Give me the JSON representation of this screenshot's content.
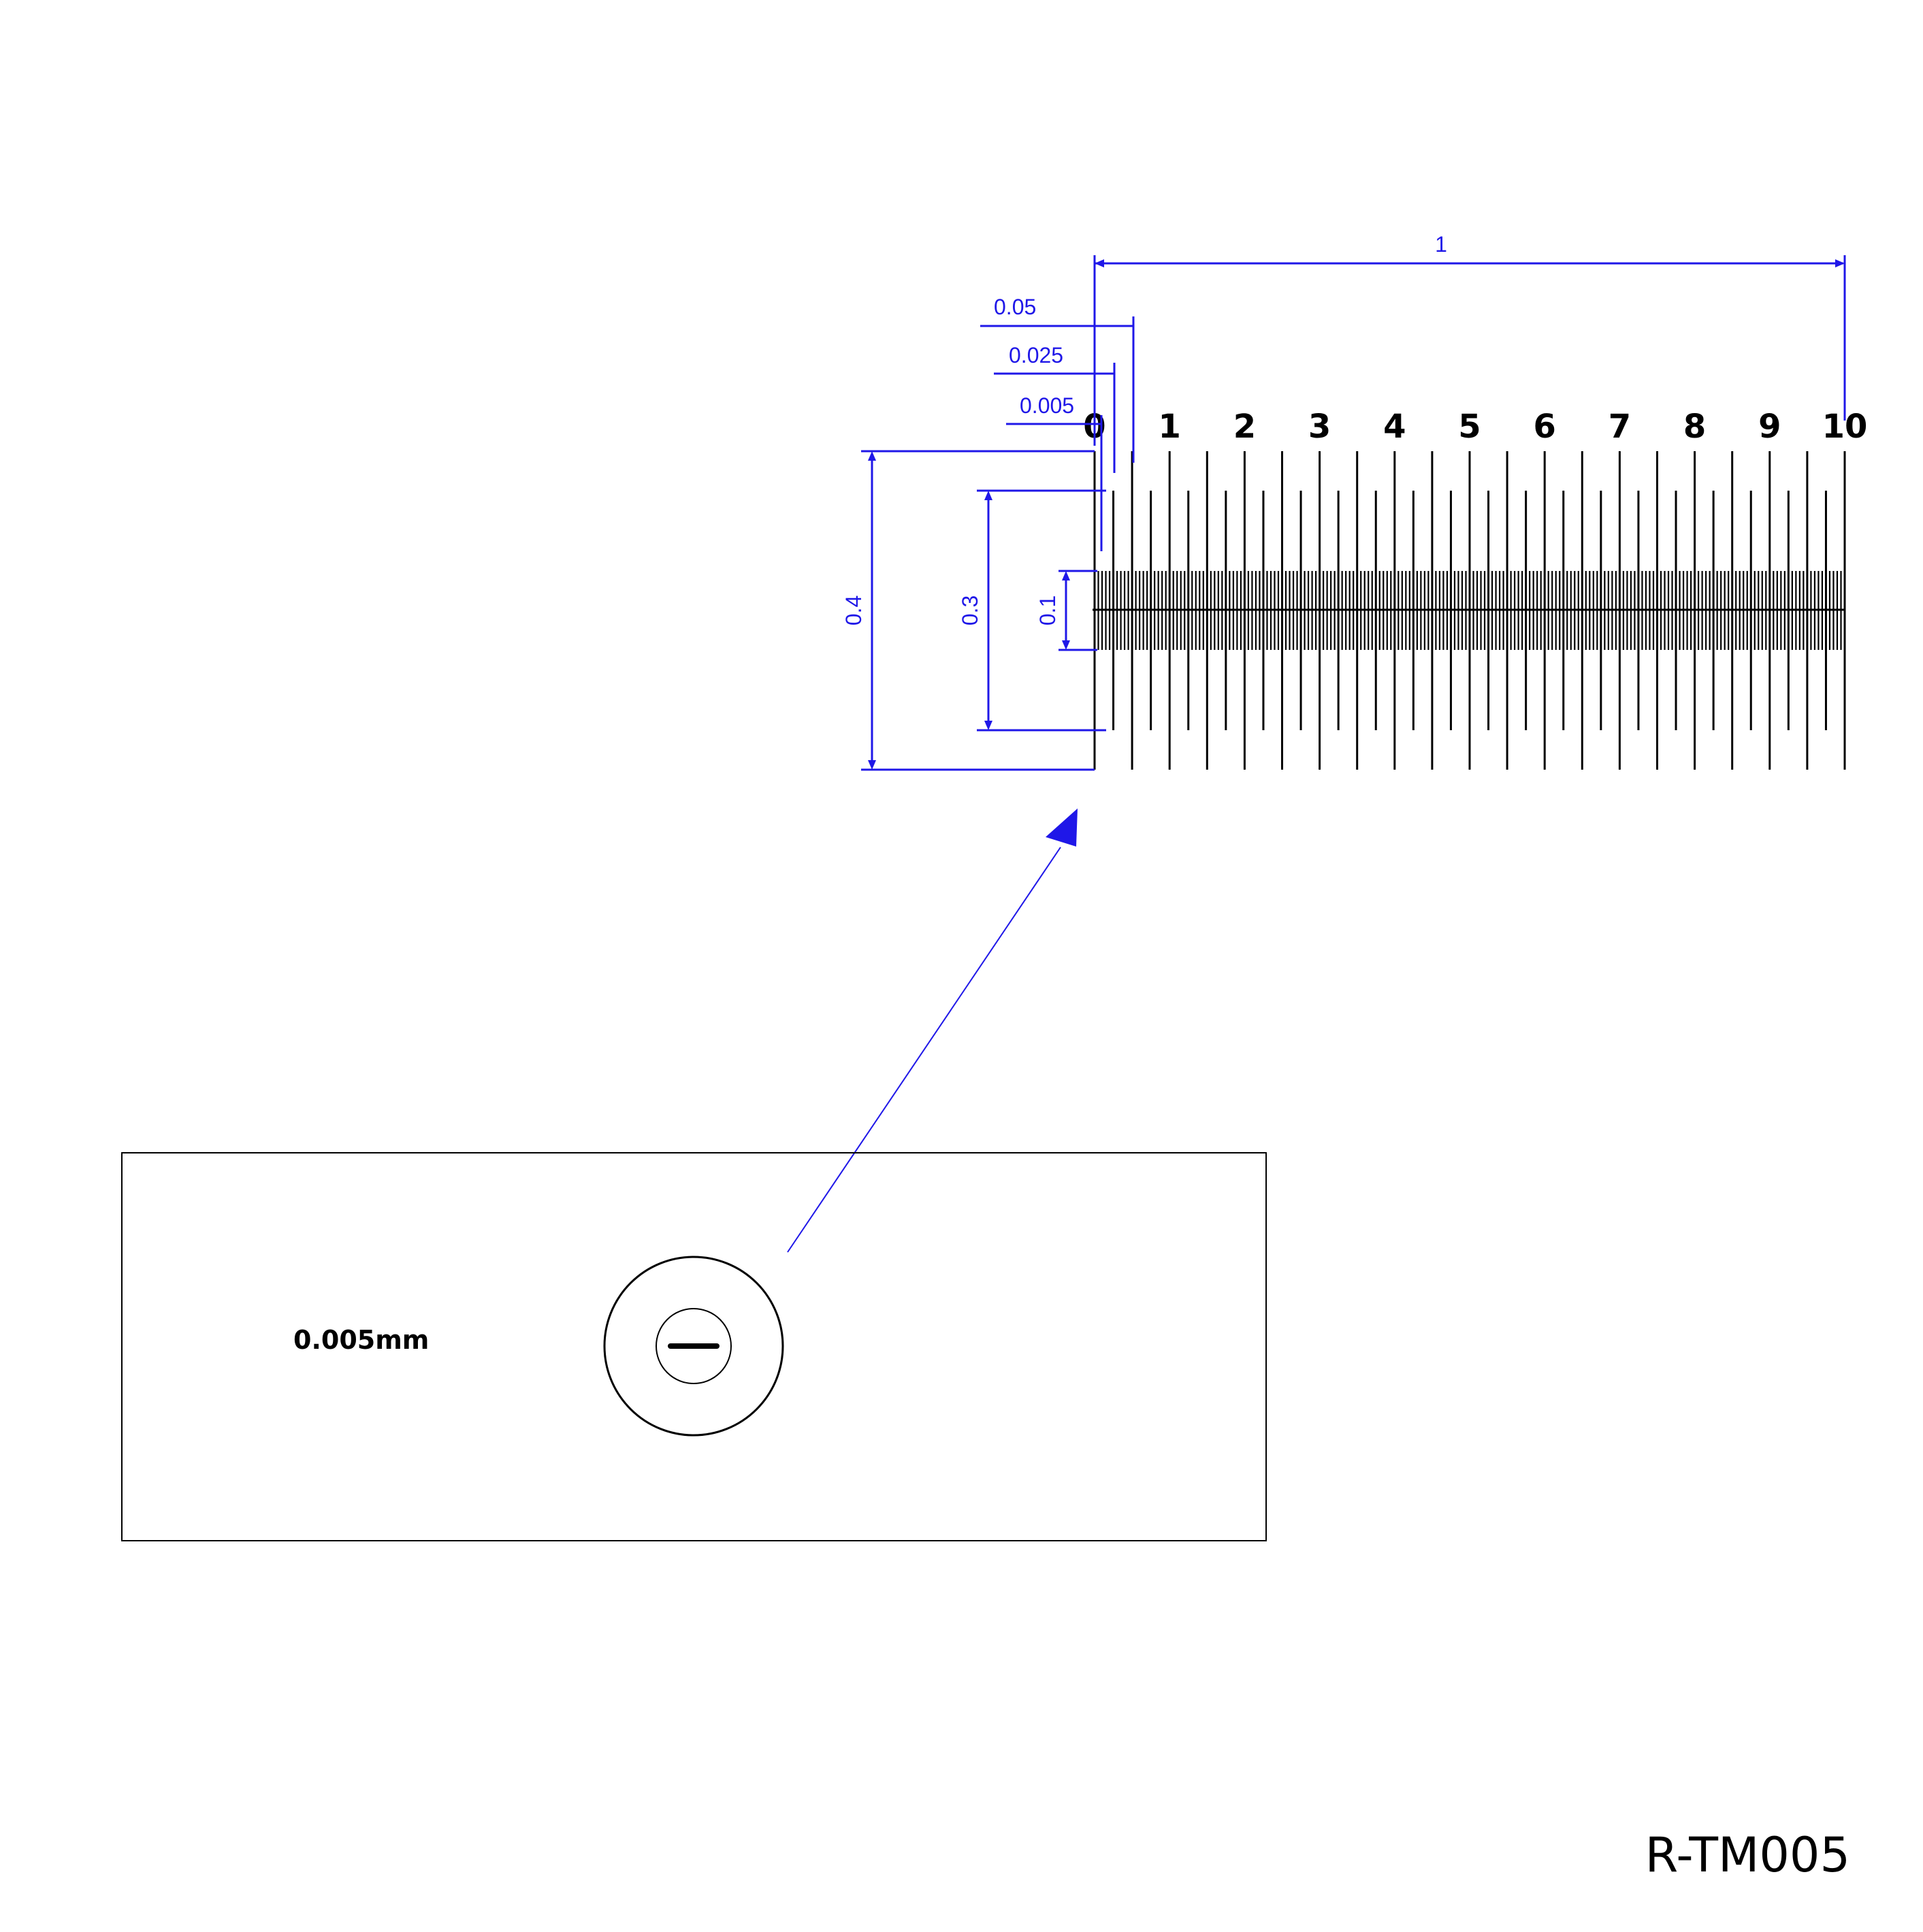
{
  "scale_labels": [
    "0",
    "1",
    "2",
    "3",
    "4",
    "5",
    "6",
    "7",
    "8",
    "9",
    "10"
  ],
  "dimensions": {
    "span": "1",
    "major_pitch": "0.05",
    "mid_pitch": "0.025",
    "minor_pitch": "0.005",
    "height_long": "0.4",
    "height_mid": "0.3",
    "height_short": "0.1"
  },
  "slide_label": "0.005mm",
  "product_code": "R-TM005",
  "colors": {
    "dimension": "#1f17e8",
    "ink": "#000000"
  }
}
